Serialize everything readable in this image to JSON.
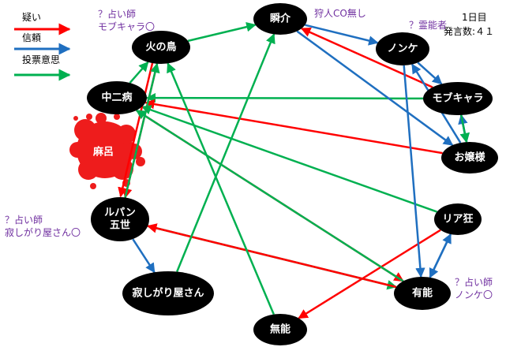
{
  "legend": [
    {
      "label": "疑い",
      "color": "#ff0000"
    },
    {
      "label": "信頼",
      "color": "#1f6fc0"
    },
    {
      "label": "投票意思",
      "color": "#00b050"
    }
  ],
  "info": {
    "day": "1日目",
    "count": "発言数:４１"
  },
  "nodes": [
    {
      "id": "shunsuke",
      "label": "瞬介"
    },
    {
      "id": "nonke",
      "label": "ノンケ"
    },
    {
      "id": "mobukyara",
      "label": "モブキャラ"
    },
    {
      "id": "ojousama",
      "label": "お嬢様"
    },
    {
      "id": "riakyou",
      "label": "リア狂"
    },
    {
      "id": "yuunou",
      "label": "有能"
    },
    {
      "id": "munou",
      "label": "無能"
    },
    {
      "id": "sabishigari",
      "label": "寂しがり屋さん"
    },
    {
      "id": "lupin",
      "label": "ルパン\n五世"
    },
    {
      "id": "maro",
      "label": "麻呂"
    },
    {
      "id": "chuunibyou",
      "label": "中二病"
    },
    {
      "id": "hinotori",
      "label": "火の鳥"
    }
  ],
  "annotations": [
    {
      "id": "hinotori",
      "text": "？占い師\nモブキャラ〇"
    },
    {
      "id": "shunsuke",
      "text": "狩人CO無し"
    },
    {
      "id": "nonke",
      "text": "？霊能者"
    },
    {
      "id": "lupin",
      "text": "？占い師\n寂しがり屋さん〇"
    },
    {
      "id": "yuunou",
      "text": "？占い師\nノンケ〇"
    }
  ],
  "edges": [
    {
      "from": "mobukyara",
      "to": "shunsuke",
      "type": "suspect"
    },
    {
      "from": "mobukyara",
      "to": "chuunibyou",
      "type": "vote"
    },
    {
      "from": "ojousama",
      "to": "chuunibyou",
      "type": "suspect"
    },
    {
      "from": "riakyou",
      "to": "chuunibyou",
      "type": "vote"
    },
    {
      "from": "riakyou",
      "to": "munou",
      "type": "suspect"
    },
    {
      "from": "chuunibyou",
      "to": "hinotori",
      "type": "vote"
    },
    {
      "from": "chuunibyou",
      "to": "yuunou",
      "type": "suspect"
    },
    {
      "from": "hinotori",
      "to": "shunsuke",
      "type": "vote"
    },
    {
      "from": "hinotori",
      "to": "lupin",
      "type": "suspect"
    },
    {
      "from": "hinotori",
      "to": "lupin",
      "type": "suspect"
    },
    {
      "from": "lupin",
      "to": "hinotori",
      "type": "vote"
    },
    {
      "from": "lupin",
      "to": "sabishigari",
      "type": "trust"
    },
    {
      "from": "lupin",
      "to": "yuunou",
      "type": "vote"
    },
    {
      "from": "yuunou",
      "to": "lupin",
      "type": "suspect"
    },
    {
      "from": "yuunou",
      "to": "riakyou",
      "type": "trust"
    },
    {
      "from": "yuunou",
      "to": "chuunibyou",
      "type": "vote"
    },
    {
      "from": "sabishigari",
      "to": "shunsuke",
      "type": "vote"
    },
    {
      "from": "munou",
      "to": "hinotori",
      "type": "vote"
    },
    {
      "from": "shunsuke",
      "to": "nonke",
      "type": "trust"
    },
    {
      "from": "shunsuke",
      "to": "ojousama",
      "type": "trust"
    },
    {
      "from": "nonke",
      "to": "mobukyara",
      "type": "trust"
    },
    {
      "from": "nonke",
      "to": "yuunou",
      "type": "trust"
    },
    {
      "from": "mobukyara",
      "to": "ojousama",
      "type": "trust"
    },
    {
      "from": "ojousama",
      "to": "mobukyara",
      "type": "trust"
    },
    {
      "from": "mobukyara",
      "to": "ojousama",
      "type": "vote"
    },
    {
      "from": "ojousama",
      "to": "nonke",
      "type": "trust"
    },
    {
      "from": "riakyou",
      "to": "yuunou",
      "type": "trust"
    }
  ]
}
